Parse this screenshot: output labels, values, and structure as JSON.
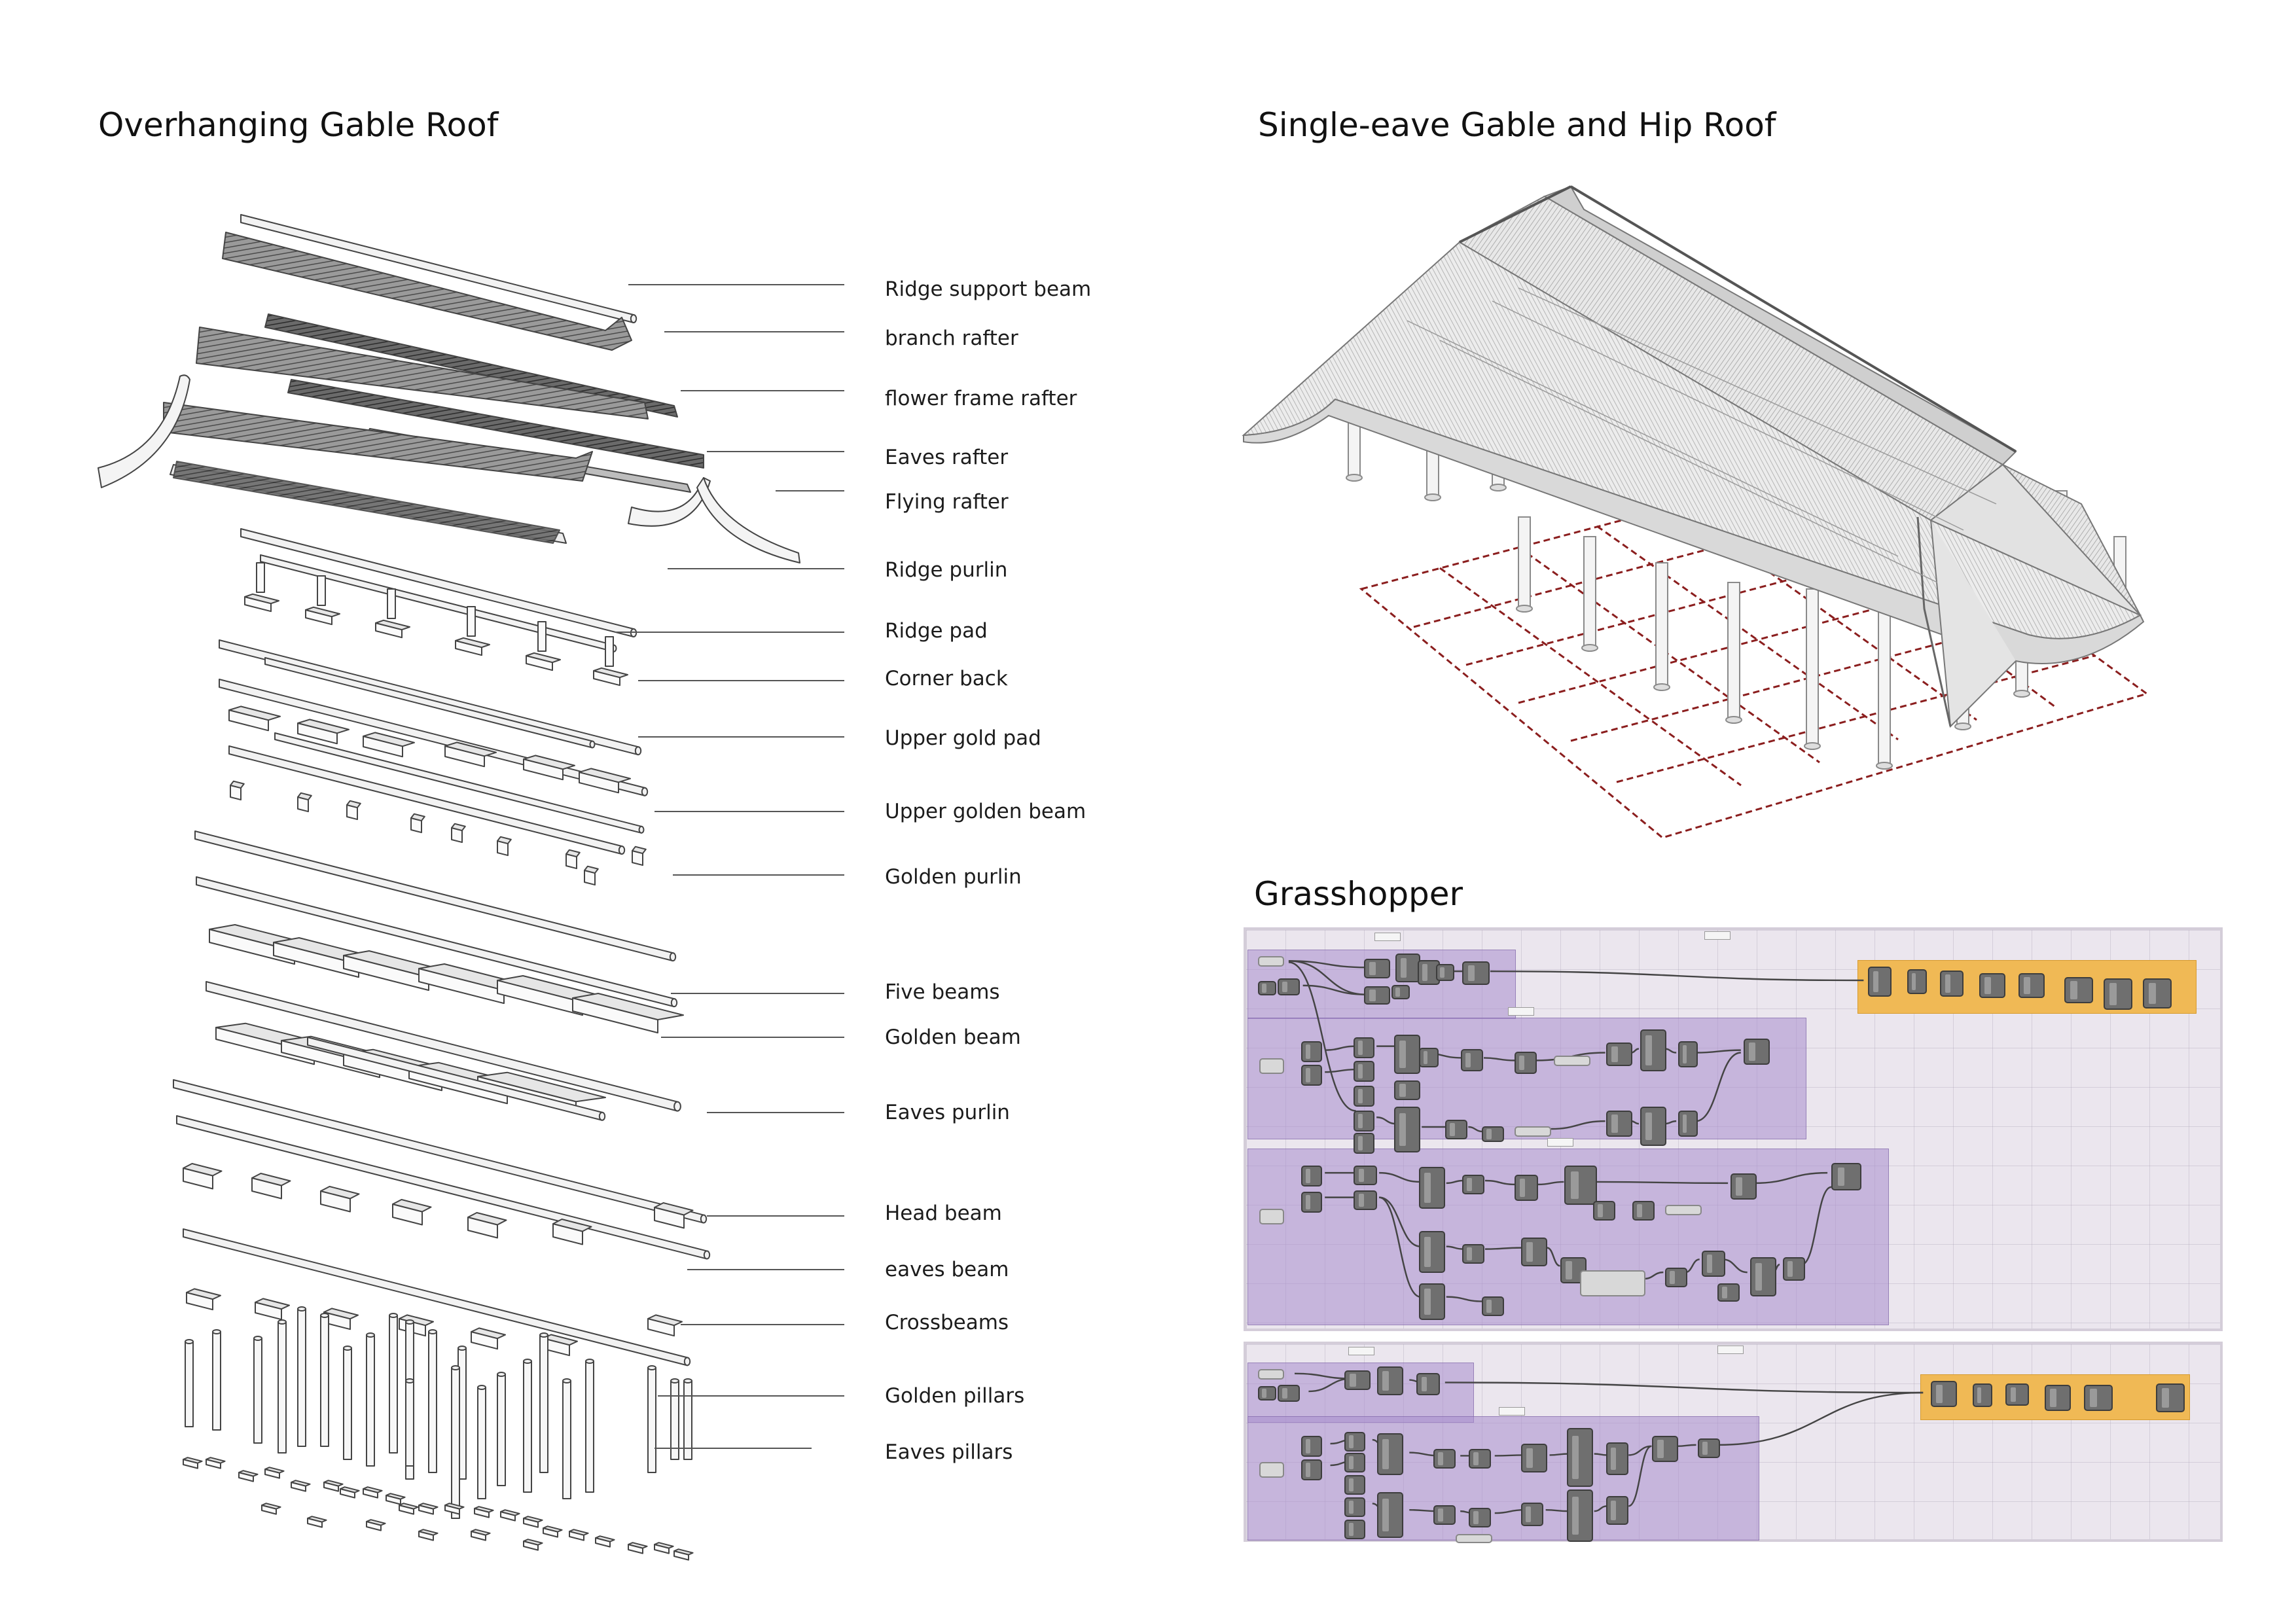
{
  "titles": {
    "left": "Overhanging Gable Roof",
    "right_top": "Single-eave Gable and Hip Roof",
    "right_bottom": "Grasshopper"
  },
  "parts": [
    "Ridge support beam",
    "branch rafter",
    "flower frame rafter",
    "Eaves rafter",
    "Flying rafter",
    "Ridge purlin",
    "Ridge pad",
    "Corner back",
    "Upper gold pad",
    "Upper golden beam",
    "Golden purlin",
    "Five beams",
    "Golden beam",
    "Eaves purlin",
    "Head beam",
    "eaves beam",
    "Crossbeams",
    "Golden pillars",
    "Eaves pillars"
  ],
  "colors": {
    "line": "#3a3a3a",
    "gh_group_purple": "#a88ccd",
    "gh_group_orange": "#f0b955",
    "gh_canvas": "#ebe6ee",
    "base_grid_red": "#8b1e1e"
  }
}
